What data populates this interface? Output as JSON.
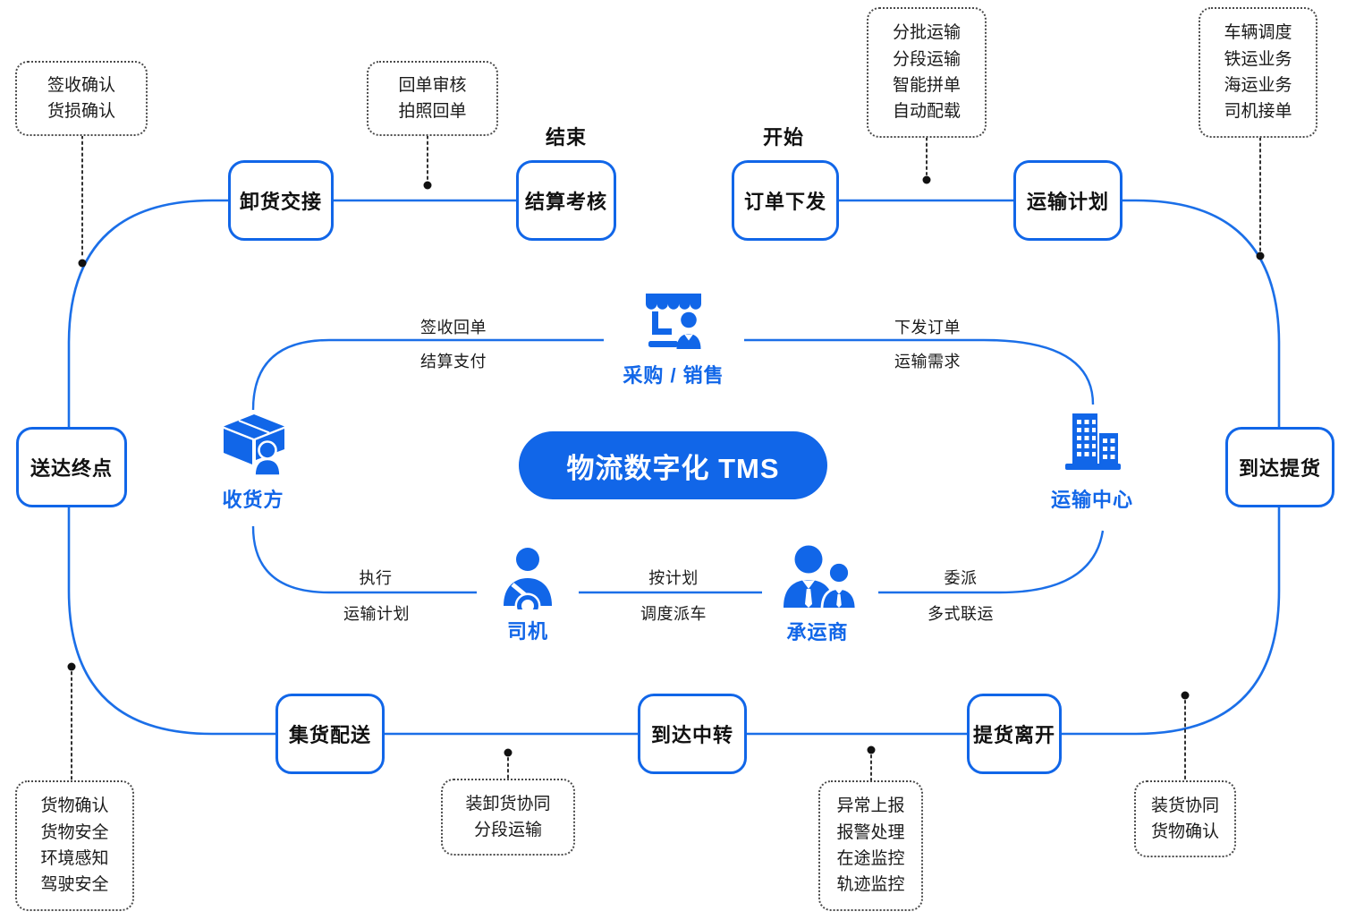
{
  "title": {
    "center_pill": "物流数字化 TMS"
  },
  "flow_markers": {
    "end": "结束",
    "start": "开始"
  },
  "nodes": [
    {
      "id": "unload-handover",
      "label": "卸货交接"
    },
    {
      "id": "settlement-assessment",
      "label": "结算考核"
    },
    {
      "id": "order-dispatch",
      "label": "订单下发"
    },
    {
      "id": "transport-plan",
      "label": "运输计划"
    },
    {
      "id": "arrive-pickup",
      "label": "到达提货"
    },
    {
      "id": "pickup-leave",
      "label": "提货离开"
    },
    {
      "id": "arrive-transfer",
      "label": "到达中转"
    },
    {
      "id": "consolidation-delivery",
      "label": "集货配送"
    },
    {
      "id": "deliver-endpoint",
      "label": "送达终点"
    }
  ],
  "entities": [
    {
      "id": "purchase-sales",
      "label": "采购 / 销售"
    },
    {
      "id": "consignee",
      "label": "收货方"
    },
    {
      "id": "transport-center",
      "label": "运输中心"
    },
    {
      "id": "driver",
      "label": "司机"
    },
    {
      "id": "carrier",
      "label": "承运商"
    }
  ],
  "edge_labels": [
    {
      "top": "签收回单",
      "bottom": "结算支付"
    },
    {
      "top": "下发订单",
      "bottom": "运输需求"
    },
    {
      "top": "执行",
      "bottom": "运输计划"
    },
    {
      "top": "按计划",
      "bottom": "调度派车"
    },
    {
      "top": "委派",
      "bottom": "多式联运"
    }
  ],
  "callouts": [
    {
      "id": "sign-confirm",
      "lines": [
        "签收确认",
        "货损确认"
      ]
    },
    {
      "id": "receipt-review",
      "lines": [
        "回单审核",
        "拍照回单"
      ]
    },
    {
      "id": "batch-transport",
      "lines": [
        "分批运输",
        "分段运输",
        "智能拼单",
        "自动配载"
      ]
    },
    {
      "id": "vehicle-dispatch",
      "lines": [
        "车辆调度",
        "铁运业务",
        "海运业务",
        "司机接单"
      ]
    },
    {
      "id": "cargo-confirm",
      "lines": [
        "货物确认",
        "货物安全",
        "环境感知",
        "驾驶安全"
      ]
    },
    {
      "id": "loading-coord",
      "lines": [
        "装卸货协同",
        "分段运输"
      ]
    },
    {
      "id": "abnormal-report",
      "lines": [
        "异常上报",
        "报警处理",
        "在途监控",
        "轨迹监控"
      ]
    },
    {
      "id": "load-coord",
      "lines": [
        "装货协同",
        "货物确认"
      ]
    }
  ],
  "colors": {
    "primary_blue": "#1166E8",
    "line_blue": "#1B6FE8",
    "text_dark": "#1A1A1A"
  }
}
